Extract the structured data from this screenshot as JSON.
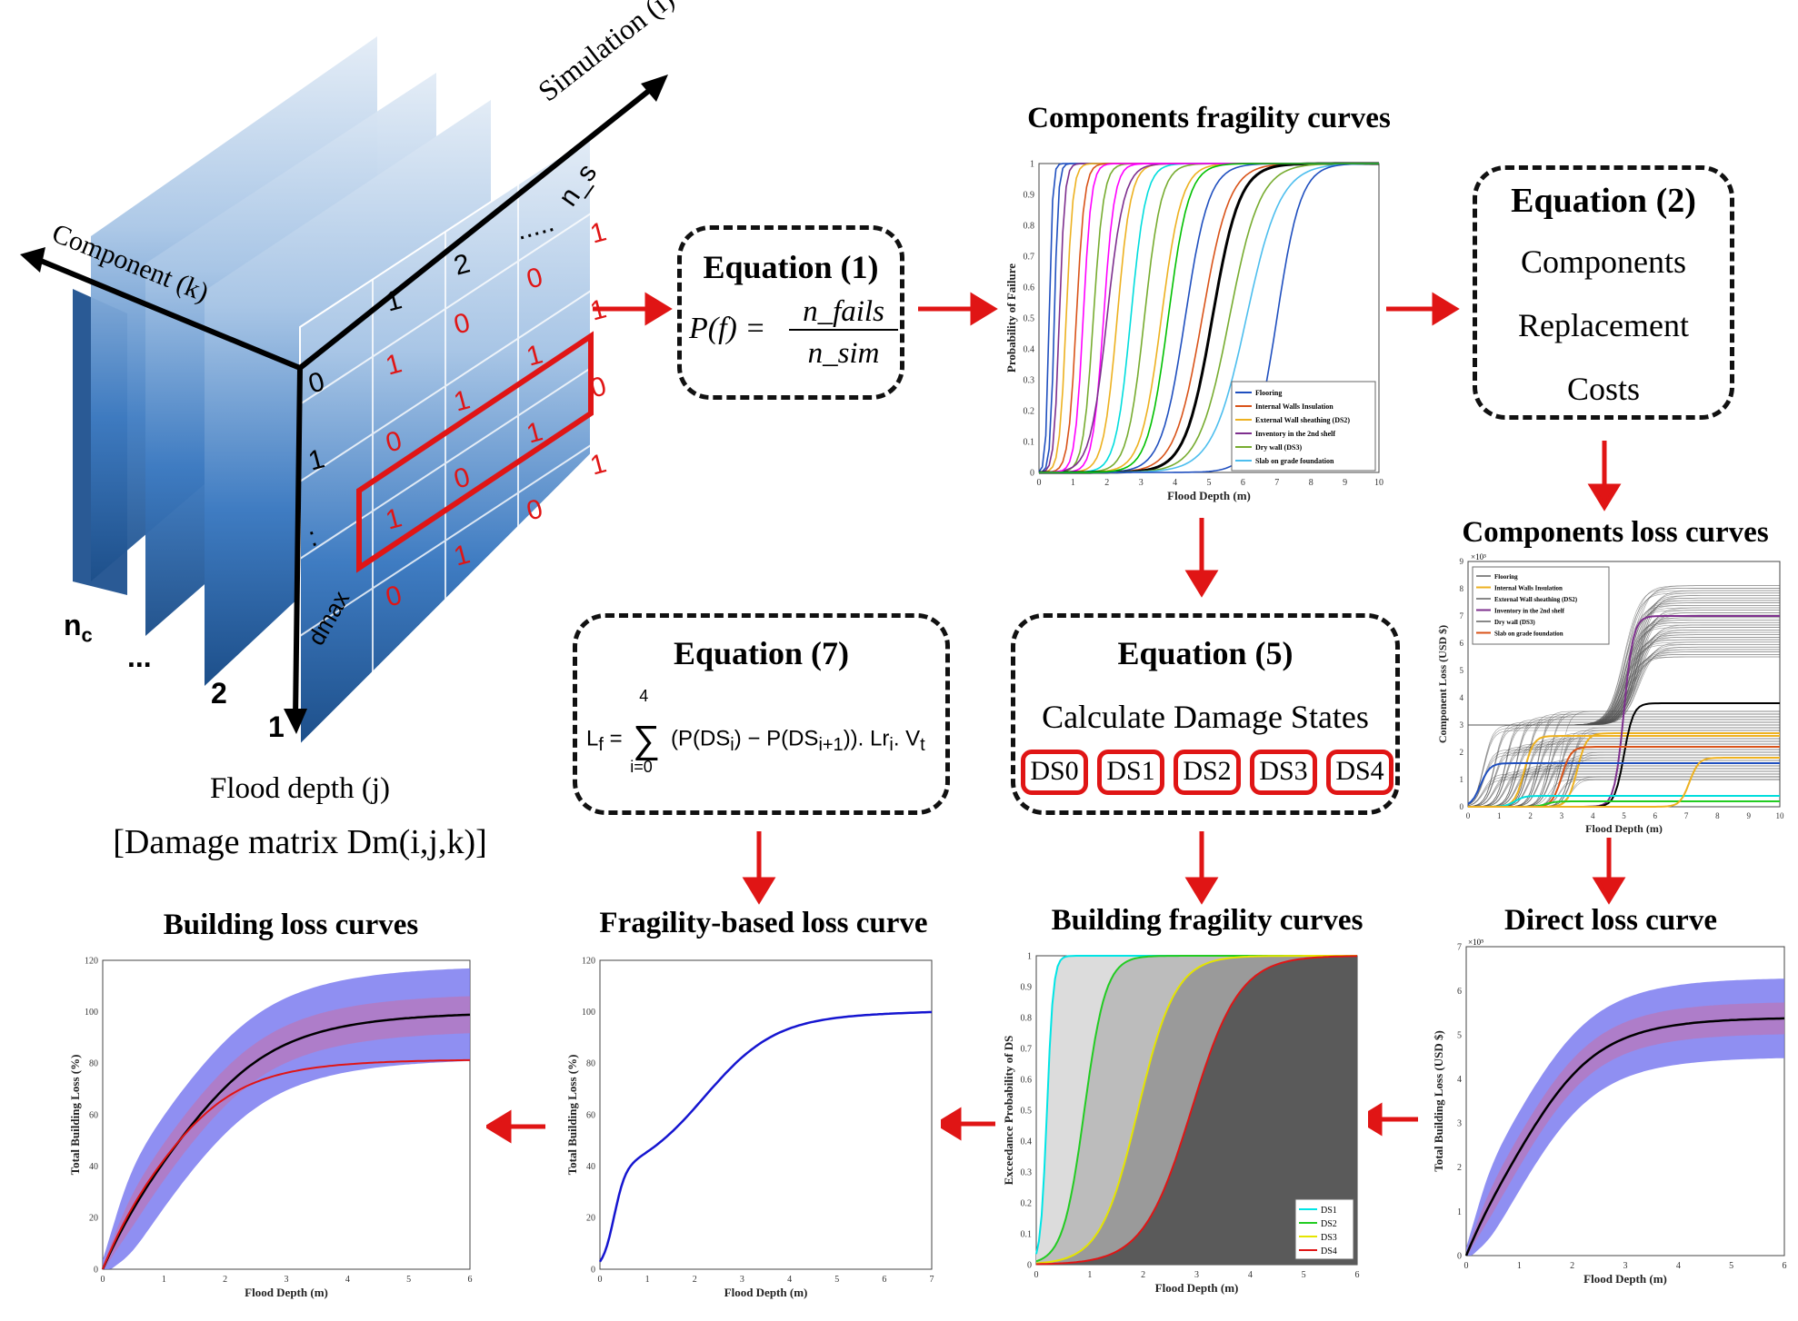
{
  "matrix": {
    "axis_simulation": "Simulation (i)",
    "axis_component": "Component (k)",
    "axis_depth": "1",
    "layer_labels": [
      "n",
      "c",
      "...",
      "2"
    ],
    "depth_label": "Flood depth (j)",
    "caption": "[Damage matrix Dm(i,j,k)]",
    "rows": [
      "0",
      "1",
      ":",
      "dmax"
    ],
    "top_row": [
      "1",
      "2",
      ".....",
      "n_s"
    ],
    "front_values": [
      [
        "1",
        "0",
        "0",
        "1"
      ],
      [
        "0",
        "1",
        "1",
        "1"
      ],
      [
        "1",
        "0",
        "1",
        "0"
      ],
      [
        "0",
        "1",
        "0",
        "1"
      ]
    ]
  },
  "equations": {
    "eq1": {
      "title": "Equation (1)",
      "formula_left": "P(f) =",
      "num": "n_fails",
      "den": "n_sim"
    },
    "eq2": {
      "title": "Equation (2)",
      "lines": [
        "Components",
        "Replacement",
        "Costs"
      ]
    },
    "eq5": {
      "title": "Equation (5)",
      "text": "Calculate Damage States",
      "states": [
        "DS0",
        "DS1",
        "DS2",
        "DS3",
        "DS4"
      ]
    },
    "eq7": {
      "title": "Equation (7)",
      "upper": "4",
      "lower": "i=0",
      "lhs": "L",
      "lhs_sub": "f",
      "body": "(P(DS",
      "body_sub1": "i",
      "mid": ") − P(DS",
      "body_sub2": "i+1",
      "tail": ")). Lr",
      "tail_sub": "i",
      "vt": ". V",
      "vt_sub": "t"
    }
  },
  "titles": {
    "comp_fragility": "Components fragility curves",
    "comp_loss": "Components loss curves",
    "building_fragility": "Building fragility curves",
    "direct_loss": "Direct loss curve",
    "fragility_loss": "Fragility-based loss curve",
    "building_loss": "Building loss curves"
  },
  "comp_fragility": {
    "xlabel": "Flood Depth (m)",
    "ylabel": "Probability of Failure",
    "xticks": [
      "0",
      "1",
      "2",
      "3",
      "4",
      "5",
      "6",
      "7",
      "8",
      "9",
      "10"
    ],
    "yticks": [
      "0",
      "0.1",
      "0.2",
      "0.3",
      "0.4",
      "0.5",
      "0.6",
      "0.7",
      "0.8",
      "0.9",
      "1"
    ],
    "legend": [
      {
        "name": "Flooring",
        "color": "#1f4fbf"
      },
      {
        "name": "Internal Walls Insulation",
        "color": "#d95319"
      },
      {
        "name": "External Wall sheathing (DS2)",
        "color": "#edb120"
      },
      {
        "name": "Inventory in the 2nd shelf",
        "color": "#7e2f8e"
      },
      {
        "name": "Dry wall (DS3)",
        "color": "#77ac30"
      },
      {
        "name": "Slab on grade foundation",
        "color": "#4dbeee"
      }
    ]
  },
  "comp_loss": {
    "xlabel": "Flood Depth (m)",
    "ylabel": "Component Loss (USD $)",
    "exponent": "×10³",
    "xticks": [
      "0",
      "1",
      "2",
      "3",
      "4",
      "5",
      "6",
      "7",
      "8",
      "9",
      "10"
    ],
    "yticks": [
      "0",
      "1",
      "2",
      "3",
      "4",
      "5",
      "6",
      "7",
      "8",
      "9"
    ],
    "legend": [
      {
        "name": "Flooring",
        "color": "#888888"
      },
      {
        "name": "Internal Walls Insulation",
        "color": "#edb120"
      },
      {
        "name": "External Wall sheathing (DS2)",
        "color": "#888888"
      },
      {
        "name": "Inventory in the 2nd shelf",
        "color": "#7e2f8e"
      },
      {
        "name": "Dry wall (DS3)",
        "color": "#888888"
      },
      {
        "name": "Slab on grade foundation",
        "color": "#d95319"
      }
    ]
  },
  "building_fragility": {
    "xlabel": "Flood Depth (m)",
    "ylabel": "Exceedance Probability of DS",
    "xticks": [
      "0",
      "1",
      "2",
      "3",
      "4",
      "5",
      "6"
    ],
    "yticks": [
      "0",
      "0.1",
      "0.2",
      "0.3",
      "0.4",
      "0.5",
      "0.6",
      "0.7",
      "0.8",
      "0.9",
      "1"
    ],
    "legend": [
      {
        "name": "DS1",
        "color": "#00e5e5"
      },
      {
        "name": "DS2",
        "color": "#22cc22"
      },
      {
        "name": "DS3",
        "color": "#e5e500"
      },
      {
        "name": "DS4",
        "color": "#e01515"
      }
    ]
  },
  "direct_loss": {
    "xlabel": "Flood Depth (m)",
    "ylabel": "Total Building Loss (USD $)",
    "exponent": "×10⁵",
    "xticks": [
      "0",
      "1",
      "2",
      "3",
      "4",
      "5",
      "6"
    ],
    "yticks": [
      "0",
      "1",
      "2",
      "3",
      "4",
      "5",
      "6",
      "7"
    ]
  },
  "fragility_loss": {
    "xlabel": "Flood Depth (m)",
    "ylabel": "Total Building Loss (%)",
    "xticks": [
      "0",
      "1",
      "2",
      "3",
      "4",
      "5",
      "6",
      "7"
    ],
    "yticks": [
      "0",
      "20",
      "40",
      "60",
      "80",
      "100",
      "120"
    ]
  },
  "building_loss": {
    "xlabel": "Flood Depth (m)",
    "ylabel": "Total Building Loss (%)",
    "xticks": [
      "0",
      "1",
      "2",
      "3",
      "4",
      "5",
      "6"
    ],
    "yticks": [
      "0",
      "20",
      "40",
      "60",
      "80",
      "100",
      "120"
    ]
  },
  "colors": {
    "arrow": "#e01515",
    "band": "#7b7bf0",
    "band_inner": "#c86fa8",
    "line": "#1515d0"
  }
}
